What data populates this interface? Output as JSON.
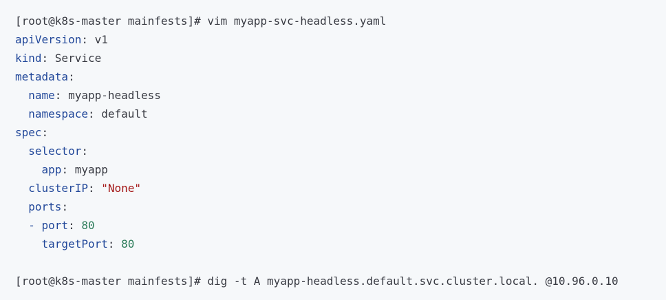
{
  "terminal": {
    "cmd1": "[root@k8s-master mainfests]# vim myapp-svc-headless.yaml",
    "cmd2": "[root@k8s-master mainfests]# dig -t A myapp-headless.default.svc.cluster.local. @10.96.0.10"
  },
  "yaml": {
    "apiVersion_key": "apiVersion",
    "apiVersion_val": "v1",
    "kind_key": "kind",
    "kind_val": "Service",
    "metadata_key": "metadata",
    "name_key": "name",
    "name_val": "myapp-headless",
    "namespace_key": "namespace",
    "namespace_val": "default",
    "spec_key": "spec",
    "selector_key": "selector",
    "app_key": "app",
    "app_val": "myapp",
    "clusterIP_key": "clusterIP",
    "clusterIP_val": "\"None\"",
    "ports_key": "ports",
    "port_key": "port",
    "port_val": "80",
    "targetPort_key": "targetPort",
    "targetPort_val": "80"
  },
  "colors": {
    "background": "#f6f8fa",
    "key": "#22489a",
    "string": "#a31515",
    "number": "#2e7d5b",
    "text": "#383a42"
  }
}
